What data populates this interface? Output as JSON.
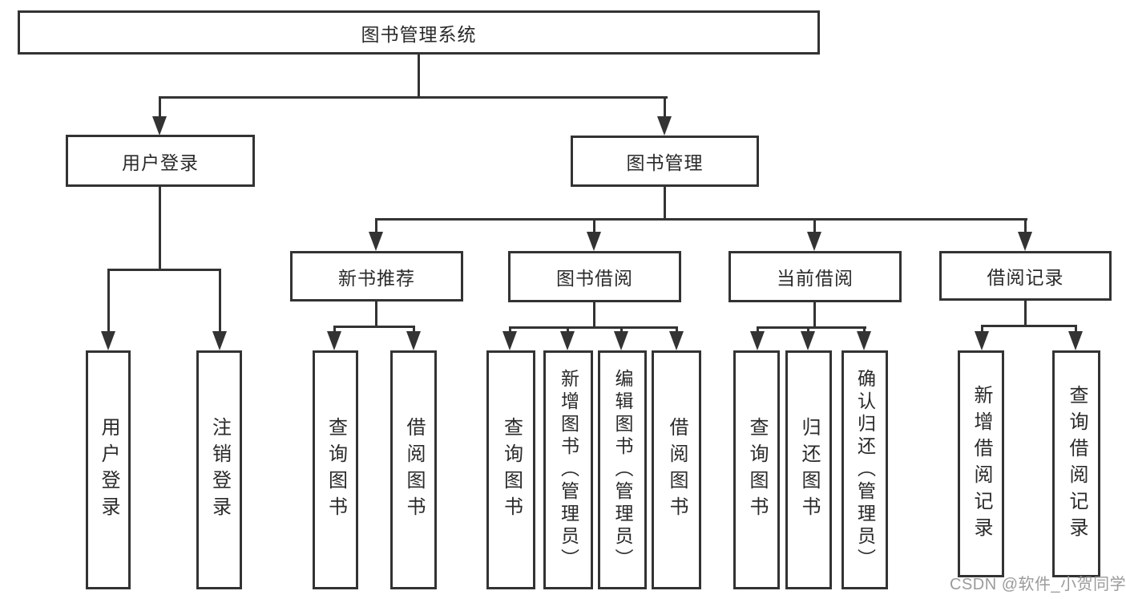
{
  "tree": {
    "root": {
      "label": "图书管理系统"
    },
    "branches": [
      {
        "label": "用户登录",
        "leaves": [
          "用户登录",
          "注销登录"
        ]
      },
      {
        "label": "图书管理",
        "groups": [
          {
            "label": "新书推荐",
            "leaves": [
              "查询图书",
              "借阅图书"
            ]
          },
          {
            "label": "图书借阅",
            "leaves": [
              "查询图书",
              "新增图书（管理员）",
              "编辑图书（管理员）",
              "借阅图书"
            ]
          },
          {
            "label": "当前借阅",
            "leaves": [
              "查询图书",
              "归还图书",
              "确认归还（管理员）"
            ]
          },
          {
            "label": "借阅记录",
            "leaves": [
              "新增借阅记录",
              "查询借阅记录"
            ]
          }
        ]
      }
    ]
  },
  "watermark": {
    "text": "CSDN @软件_小贺同学",
    "color": "#9b9b9b"
  },
  "colors": {
    "line": "#333333",
    "text": "#2a2a2a",
    "background": "#ffffff",
    "box_fill": "#ffffff"
  }
}
